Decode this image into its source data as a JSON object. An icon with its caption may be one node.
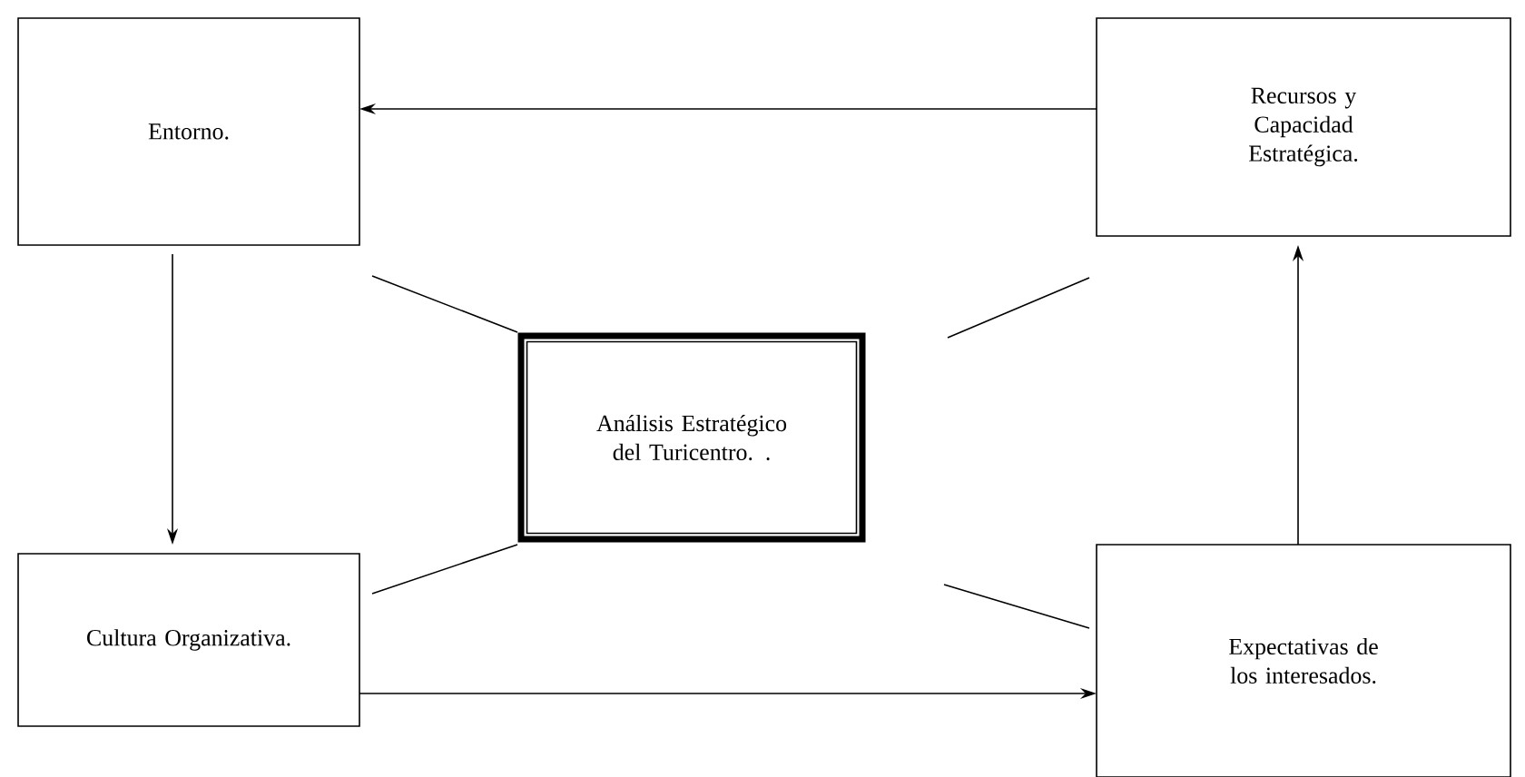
{
  "diagram": {
    "nodes": [
      {
        "text": [
          "Entorno."
        ]
      },
      {
        "text": [
          "Recursos y Capacidad Estratégica."
        ]
      },
      {
        "text": [
          "Análisis Estratégico del Turicentro. ."
        ]
      },
      {
        "text": [
          "Cultura Organizativa."
        ]
      },
      {
        "text": [
          "Expectativas de los interesados."
        ]
      }
    ],
    "edges": [
      {
        "from": 1,
        "to": 0,
        "arrow": "to"
      },
      {
        "from": 0,
        "to": 3,
        "arrow": "to"
      },
      {
        "from": 3,
        "to": 4,
        "arrow": "to"
      },
      {
        "from": 4,
        "to": 1,
        "arrow": "to"
      },
      {
        "from": 2,
        "to": 0,
        "arrow": "none"
      },
      {
        "from": 2,
        "to": 1,
        "arrow": "none"
      },
      {
        "from": 2,
        "to": 3,
        "arrow": "none"
      },
      {
        "from": 2,
        "to": 4,
        "arrow": "none"
      }
    ]
  }
}
